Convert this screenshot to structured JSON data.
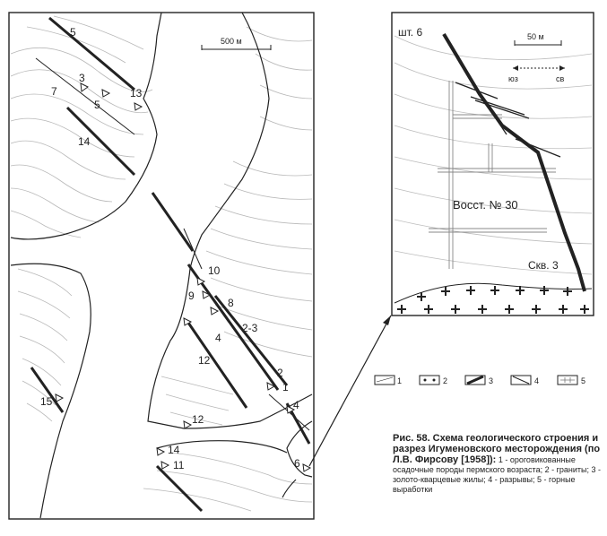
{
  "map": {
    "scale_label": "500 м",
    "labels": [
      "5",
      "3",
      "7",
      "5",
      "13",
      "14",
      "10",
      "9",
      "8",
      "2-3",
      "4",
      "12",
      "2",
      "1",
      "4",
      "15",
      "12",
      "14",
      "11",
      "6"
    ]
  },
  "section": {
    "top_label": "шт. 6",
    "scale_label": "50 м",
    "dir_sw": "юз",
    "dir_ne": "св",
    "workings_label": "Восст. № 30",
    "borehole_label": "Скв. 3"
  },
  "legend": {
    "items": [
      {
        "key": "1",
        "icon": "sediment-icon"
      },
      {
        "key": "2",
        "icon": "granite-icon"
      },
      {
        "key": "3",
        "icon": "vein-icon"
      },
      {
        "key": "4",
        "icon": "fault-icon"
      },
      {
        "key": "5",
        "icon": "mine-workings-icon"
      }
    ]
  },
  "caption": {
    "title": "Рис. 58. Схема геологического строения и разрез Игуменовского месторождения (по Л.В. Фирсову [1958]):",
    "text": " 1 - ороговикованные осадочные породы пермского возраста; 2 - граниты; 3 - золото-кварцевые жилы; 4 - разрывы; 5 - горные выработки"
  }
}
